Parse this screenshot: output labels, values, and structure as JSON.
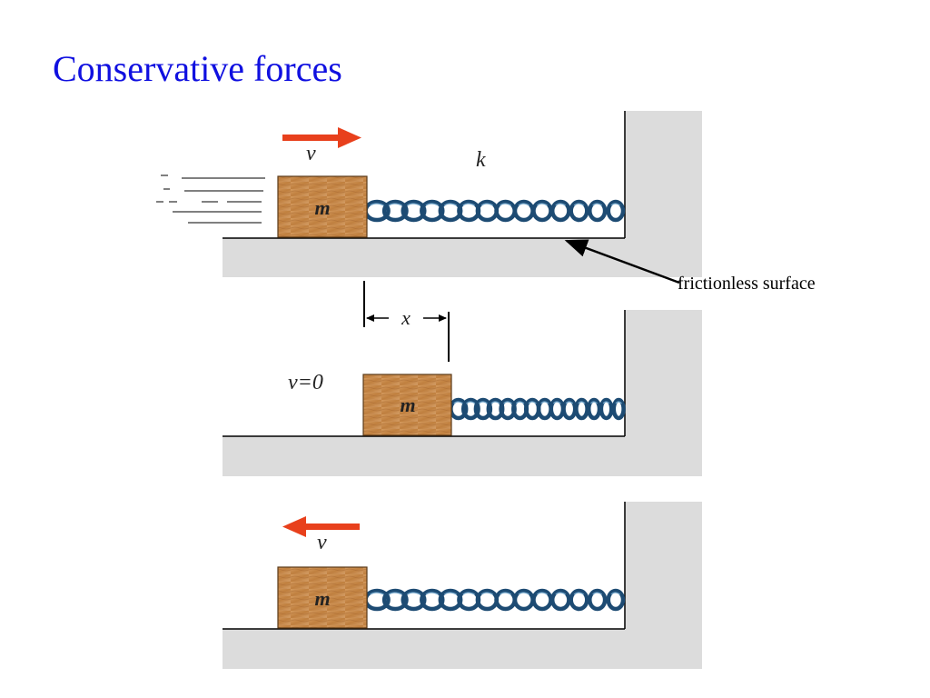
{
  "title": "Conservative forces",
  "colors": {
    "title": "#1010e0",
    "wall": "#dcdcdc",
    "block": "#c8864a",
    "block_edge": "#5a3a18",
    "spring": "#1d4b73",
    "arrow": "#e8401c"
  },
  "labels": {
    "velocity": "v",
    "spring_constant": "k",
    "mass": "m",
    "displacement": "x",
    "velocity_zero": "v=0",
    "surface": "frictionless surface"
  }
}
